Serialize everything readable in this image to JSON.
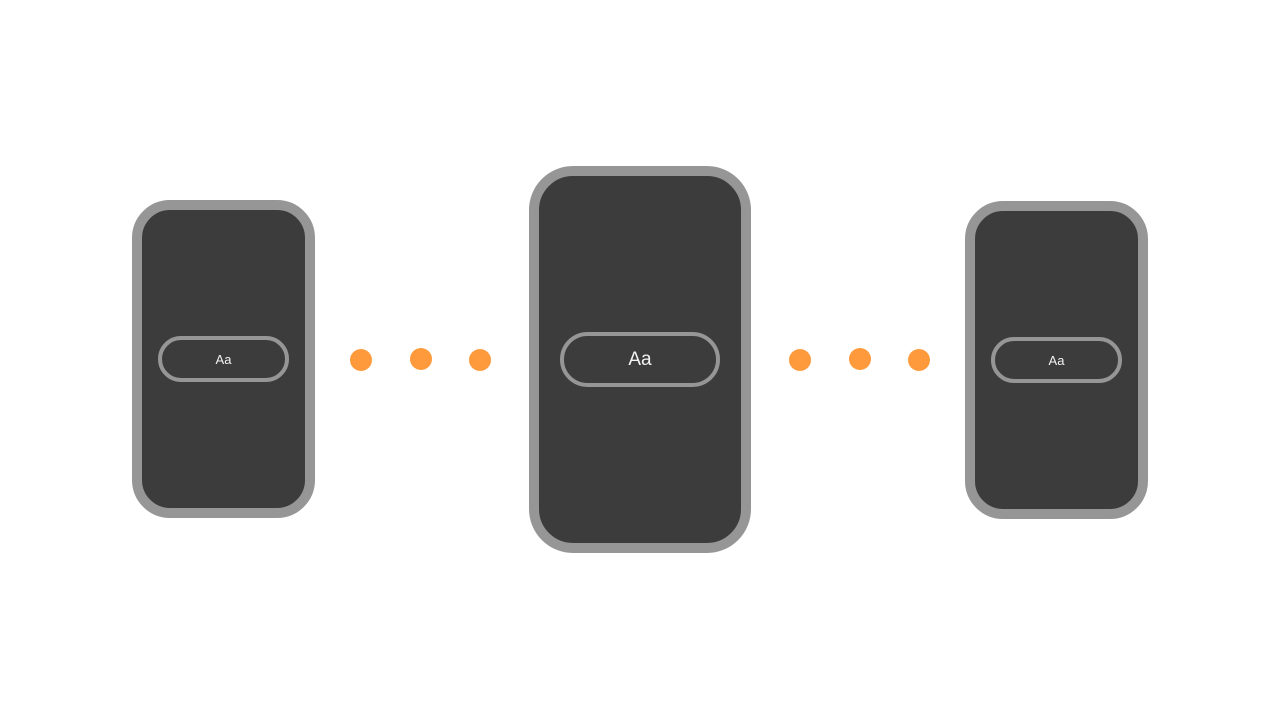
{
  "colors": {
    "background": "#ffffff",
    "screen": "#3c3c3c",
    "frame": "#969696",
    "dot": "#ff9a3c",
    "text": "#f2f2f2"
  },
  "devices": [
    {
      "pill_text": "Aa"
    },
    {
      "pill_text": "Aa"
    },
    {
      "pill_text": "Aa"
    }
  ],
  "connectors": {
    "left_dot_count": 3,
    "right_dot_count": 3
  }
}
